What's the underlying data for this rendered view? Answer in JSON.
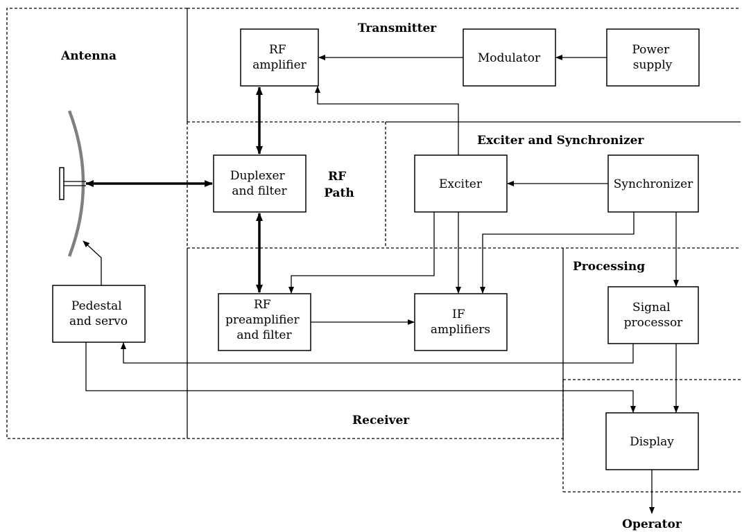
{
  "regions": {
    "antenna": "Antenna",
    "transmitter": "Transmitter",
    "rf_path": [
      "RF",
      "Path"
    ],
    "exciter_sync": "Exciter and Synchronizer",
    "processing": "Processing",
    "receiver": "Receiver"
  },
  "blocks": {
    "rf_amplifier": [
      "RF",
      "amplifier"
    ],
    "modulator": [
      "Modulator"
    ],
    "power_supply": [
      "Power",
      "supply"
    ],
    "duplexer": [
      "Duplexer",
      "and filter"
    ],
    "exciter": [
      "Exciter"
    ],
    "synchronizer": [
      "Synchronizer"
    ],
    "rf_preamplifier": [
      "RF",
      "preamplifier",
      "and filter"
    ],
    "if_amplifiers": [
      "IF",
      "amplifiers"
    ],
    "signal_processor": [
      "Signal",
      "processor"
    ],
    "pedestal": [
      "Pedestal",
      "and servo"
    ],
    "display": [
      "Display"
    ]
  },
  "output": "Operator"
}
